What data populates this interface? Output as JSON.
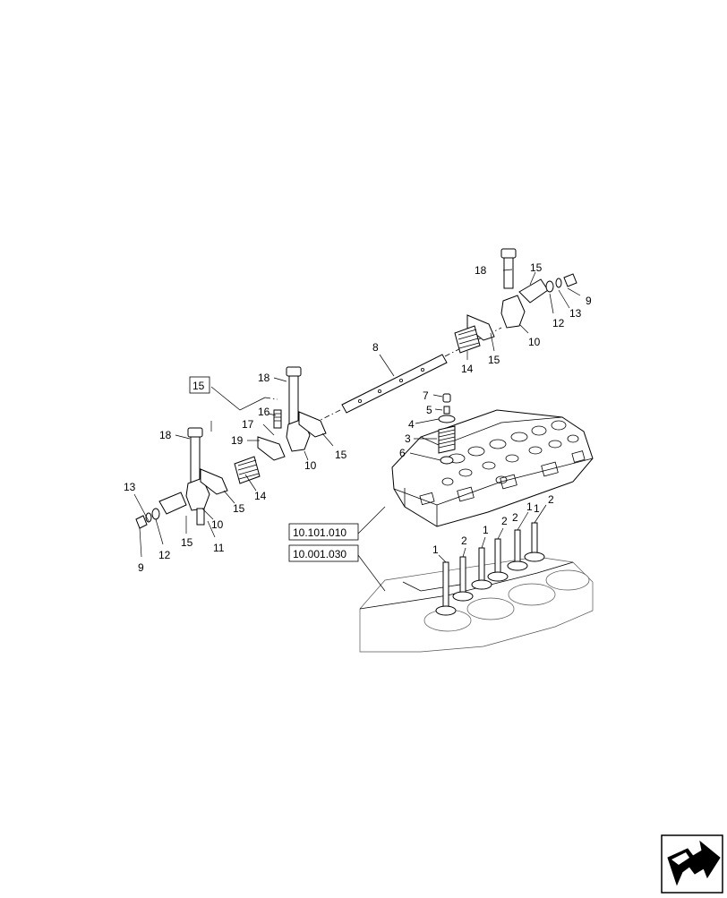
{
  "callouts": {
    "c18a": "18",
    "c15a": "15",
    "c9a": "9",
    "c13a": "13",
    "c12a": "12",
    "c10a": "10",
    "c15b": "15",
    "c14a": "14",
    "c8": "8",
    "c7": "7",
    "c5": "5",
    "c4": "4",
    "c3": "3",
    "c6": "6",
    "c18b": "18",
    "c15box": "15",
    "c16": "16",
    "c17": "17",
    "c19": "19",
    "c10b": "10",
    "c15c": "15",
    "c18c": "18",
    "c14b": "14",
    "c15d": "15",
    "c10c": "10",
    "c11": "11",
    "c15e": "15",
    "c12b": "12",
    "c9b": "9",
    "c13b": "13",
    "c1a": "1",
    "c2a": "2",
    "c1b": "1",
    "c2b": "2",
    "c1c": "1",
    "c2c": "2",
    "c1d": "1",
    "c2d": "2"
  },
  "references": {
    "ref_cylinder_head": "10.101.010",
    "ref_engine_block": "10.001.030"
  },
  "navigation": {
    "icon": "next-page-arrow-icon"
  }
}
